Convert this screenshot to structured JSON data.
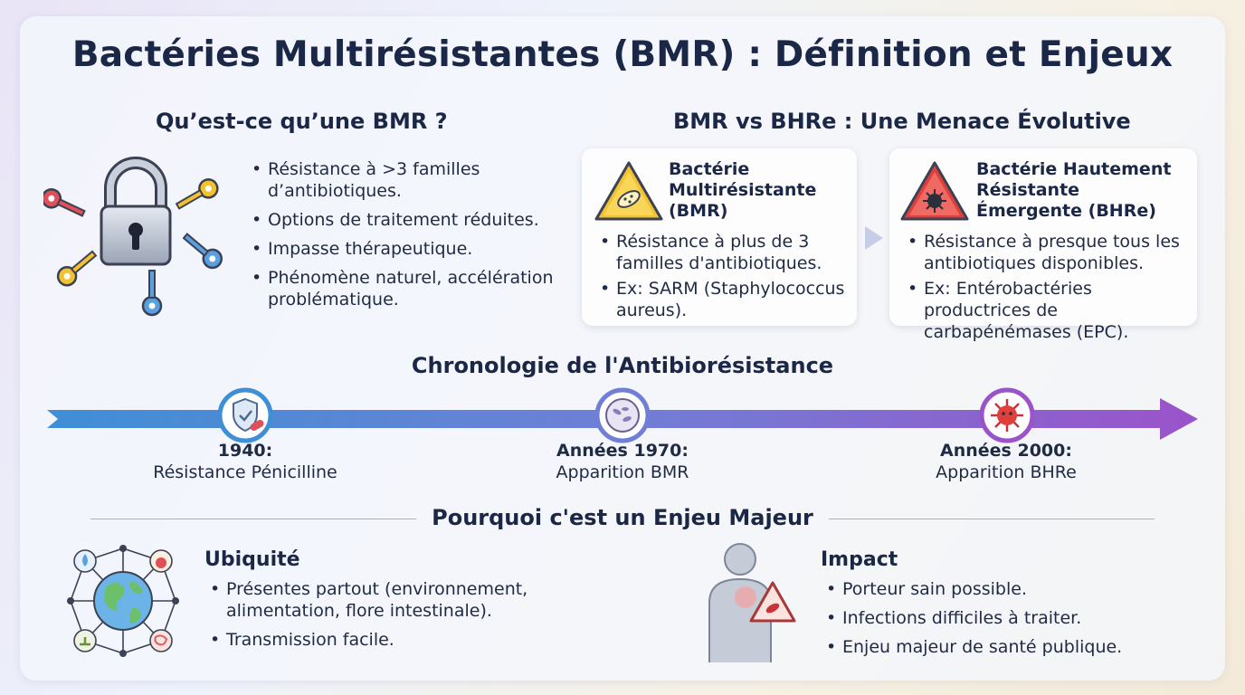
{
  "title": "Bactéries Multirésistantes (BMR) : Définition et Enjeux",
  "definition": {
    "heading": "Qu’est-ce qu’une BMR ?",
    "icon": "padlock-with-keys",
    "bullets": [
      "Résistance à >3 familles d’antibiotiques.",
      "Options de traitement réduites.",
      "Impasse thérapeutique.",
      "Phénomène naturel, accélération problématique."
    ]
  },
  "comparison": {
    "heading": "BMR vs BHRe : Une Menace Évolutive",
    "bmr": {
      "title": "Bactérie Multirésistante (BMR)",
      "icon": "warning-bacteria-icon",
      "bullets": [
        "Résistance à plus de 3 familles d'antibiotiques.",
        "Ex: SARM (Staphylococcus aureus)."
      ]
    },
    "bhre": {
      "title": "Bactérie Hautement Résistante Émergente (BHRe)",
      "icon": "danger-virus-icon",
      "bullets": [
        "Résistance à presque tous les antibiotiques disponibles.",
        "Ex: Entérobactéries productrices de carbapénémases (EPC)."
      ]
    }
  },
  "timeline": {
    "heading": "Chronologie de l'Antibiorésistance",
    "events": [
      {
        "year": "1940:",
        "label": "Résistance Pénicilline",
        "icon": "shield-pill-icon"
      },
      {
        "year": "Années 1970:",
        "label": "Apparition BMR",
        "icon": "petri-dish-icon"
      },
      {
        "year": "Années 2000:",
        "label": "Apparition BHRe",
        "icon": "red-virus-icon"
      }
    ]
  },
  "stakes": {
    "heading": "Pourquoi c'est un Enjeu Majeur",
    "ubiquity": {
      "title": "Ubiquité",
      "icon": "globe-network-icon",
      "bullets": [
        "Présentes partout (environnement, alimentation, flore intestinale).",
        "Transmission facile."
      ]
    },
    "impact": {
      "title": "Impact",
      "icon": "person-infection-icon",
      "bullets": [
        "Porteur sain possible.",
        "Infections difficiles à traiter.",
        "Enjeu majeur de santé publique."
      ]
    }
  },
  "colors": {
    "timeline_start": "#3f8fd6",
    "timeline_end": "#9b53c9",
    "warning_yellow": "#f2c230",
    "danger_red": "#e0403c"
  }
}
